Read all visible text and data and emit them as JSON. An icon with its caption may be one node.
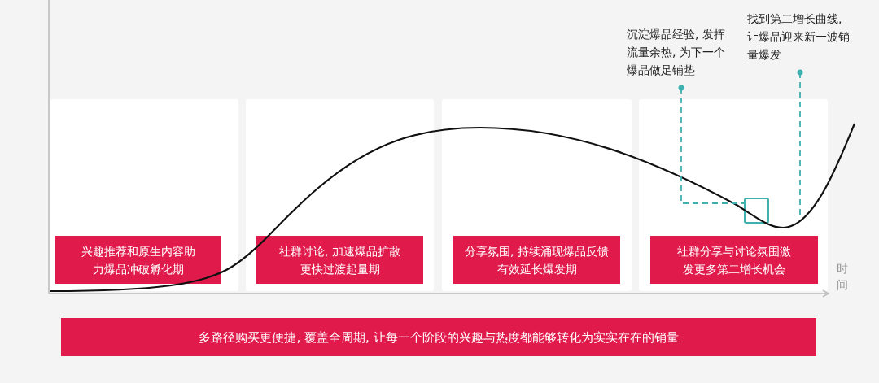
{
  "diagram": {
    "nodes": [
      {
        "text": [],
        "shape": "box"
      },
      {
        "text": [
          "兴趣推荐和原生内容助力爆品冲破孵化期"
        ],
        "in": 0
      },
      {
        "text": [],
        "shape": "box"
      },
      {
        "text": [
          "社群讨论, 加速爆品扩散更快过渡起量期"
        ],
        "in": 2
      },
      {
        "text": [],
        "shape": "box"
      },
      {
        "text": [
          "分享氛围, 持续涌现爆品反馈有效延长爆发期"
        ],
        "in": 4
      },
      {
        "text": [],
        "shape": "box"
      },
      {
        "text": [
          "社群分享与讨论氛围激发更多第二增长机会"
        ],
        "in": 6
      },
      {
        "text": [
          "沉淀爆品经验, 发挥流量余热, 为下一个爆品做足铺垫"
        ]
      },
      {
        "text": [
          "找到第二增长曲线, 让爆品迎来新一波销量爆发"
        ]
      },
      {
        "text": [],
        "shape": "box",
        "in": 6
      },
      {
        "text": [
          "多路径购买更便捷, 覆盖全周期, 让每一个阶段的兴趣与热度都能够转化为实实在在的销量"
        ]
      }
    ],
    "edges": [
      {
        "from": 8,
        "to": 10,
        "arrow": "other",
        "style": "dashed",
        "color": "#3fb0b0"
      },
      {
        "from": 9,
        "to": null,
        "arrow": "other",
        "style": "dashed",
        "color": "#3fb0b0"
      }
    ],
    "labels": [
      "时间"
    ]
  }
}
